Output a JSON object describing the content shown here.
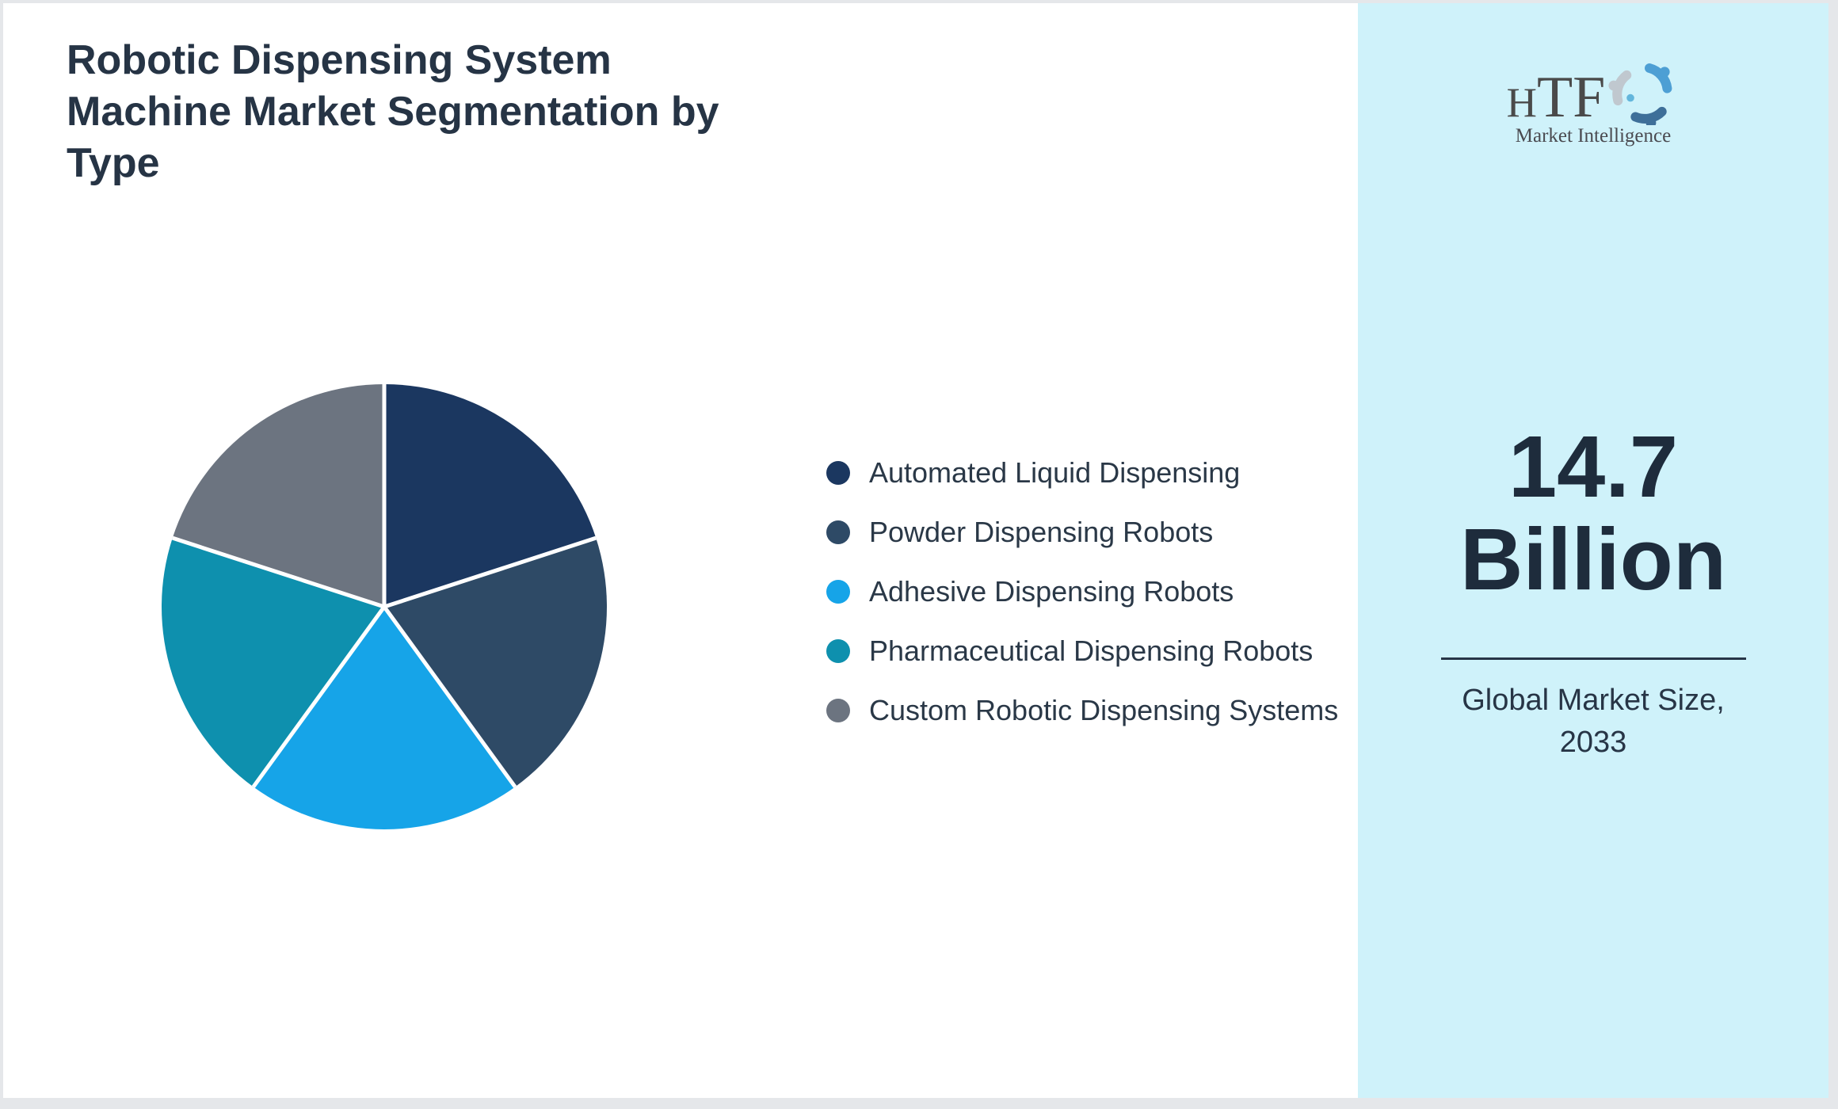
{
  "page": {
    "background_color": "#E5E7EA",
    "card_color": "#FFFFFF"
  },
  "header": {
    "title": "Robotic Dispensing System\nMachine Market Segmentation by\nType",
    "title_color": "#263445"
  },
  "chart_data": {
    "type": "pie",
    "title": "Robotic Dispensing System Machine Market Segmentation by Type",
    "labels": [
      "Automated Liquid Dispensing",
      "Powder Dispensing Robots",
      "Adhesive Dispensing Robots",
      "Pharmaceutical Dispensing Robots",
      "Custom Robotic Dispensing Systems"
    ],
    "values": [
      20,
      20,
      20,
      20,
      20
    ],
    "colors": [
      "#1B3760",
      "#2E4A66",
      "#16A4E8",
      "#0E90AE",
      "#6C7480"
    ],
    "start_angle_deg": 0,
    "direction": "clockwise",
    "slice_separator_color": "#FFFFFF",
    "legend_position": "right",
    "legend_text_color": "#2A3847"
  },
  "side_panel": {
    "background_color": "#CFF2FA",
    "logo": {
      "text": "HTF",
      "subtitle": "Market Intelligence",
      "text_color": "#4A4A4A",
      "swirl_colors": [
        "#4D9FD4",
        "#3E6F99",
        "#C0C8CF",
        "#63B6DC"
      ]
    },
    "market_size_value": "14.7\nBillion",
    "market_size_caption": "Global Market Size,\n2033",
    "value_color": "#1E2C3C",
    "divider_color": "#273546"
  }
}
